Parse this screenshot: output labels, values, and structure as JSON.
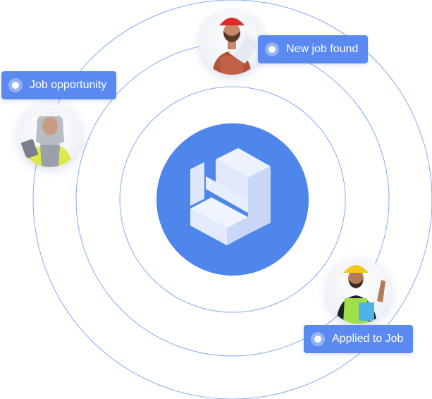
{
  "colors": {
    "brand": "#4f86ec",
    "pill": "#5a8af0",
    "orbit_line": "#6f9cf0",
    "logo_face": "#e9eefc",
    "logo_side": "#c9d6f5"
  },
  "center": {
    "icon": "stacked-blocks-logo-icon"
  },
  "workers": [
    {
      "name": "worker-helmet-blueprints",
      "badge": "New job found"
    },
    {
      "name": "worker-hijab-tablet",
      "badge": "Job opportunity"
    },
    {
      "name": "worker-vest-thumbs-up",
      "badge": "Applied to Job"
    }
  ]
}
